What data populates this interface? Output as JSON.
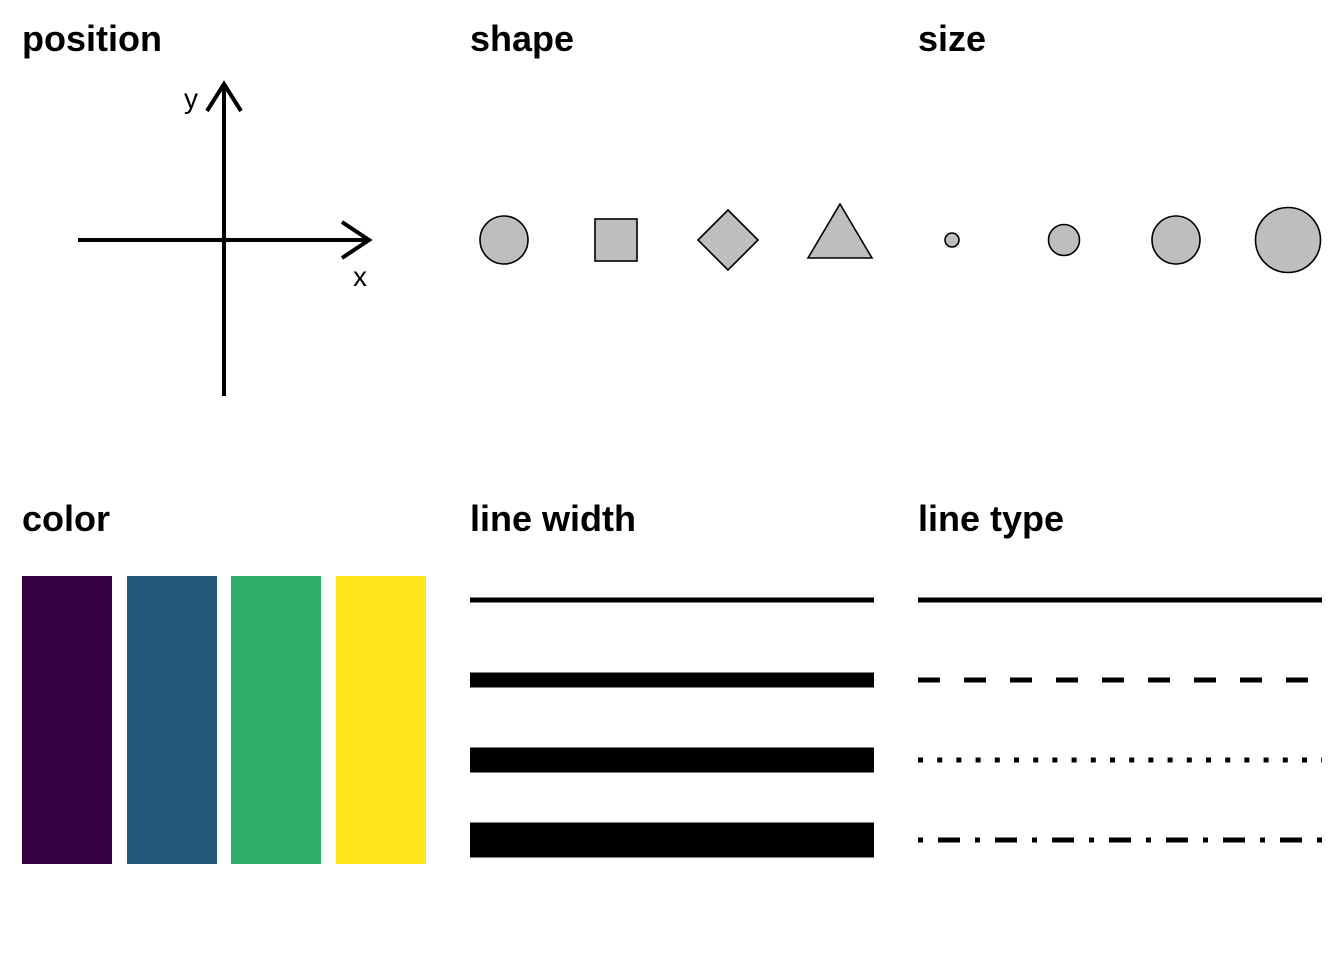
{
  "panels": {
    "position": {
      "title": "position",
      "x_label": "x",
      "y_label": "y"
    },
    "shape": {
      "title": "shape",
      "items": [
        {
          "shape": "circle"
        },
        {
          "shape": "square"
        },
        {
          "shape": "diamond"
        },
        {
          "shape": "triangle"
        }
      ]
    },
    "size": {
      "title": "size",
      "items": [
        {
          "relative_size": 1
        },
        {
          "relative_size": 2.2
        },
        {
          "relative_size": 3.4
        },
        {
          "relative_size": 4.6
        }
      ]
    },
    "color": {
      "title": "color",
      "swatches": [
        "#35003f",
        "#26587b",
        "#31ad6a",
        "#fde51e"
      ]
    },
    "line_width": {
      "title": "line width",
      "items": [
        {
          "relative_width": 1
        },
        {
          "relative_width": 3
        },
        {
          "relative_width": 5
        },
        {
          "relative_width": 7
        }
      ]
    },
    "line_type": {
      "title": "line type",
      "items": [
        {
          "type": "solid"
        },
        {
          "type": "dashed"
        },
        {
          "type": "dotted"
        },
        {
          "type": "dot-dash"
        }
      ]
    }
  },
  "colors": {
    "mark_fill": "#bebebe",
    "stroke": "#000000"
  }
}
